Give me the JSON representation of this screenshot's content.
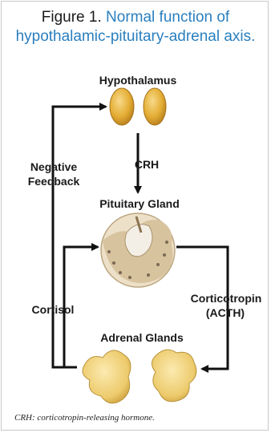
{
  "figure": {
    "title_prefix": "Figure 1.",
    "title_accent_line1": "Normal function of",
    "title_line2": "hypothalamic-pituitary-adrenal axis."
  },
  "labels": {
    "hypothalamus": "Hypothalamus",
    "negative": "Negative",
    "feedback": "Feedback",
    "crh": "CRH",
    "pituitary": "Pituitary Gland",
    "corticotropin": "Corticotropin",
    "acth": "(ACTH)",
    "cortisol": "Cortisol",
    "adrenal": "Adrenal Glands"
  },
  "caption": "CRH: corticotropin-releasing hormone.",
  "colors": {
    "gland_fill": "#e7b63e",
    "gland_dark": "#b07a1a",
    "arrow": "#111111",
    "accent": "#2a7fbf"
  }
}
